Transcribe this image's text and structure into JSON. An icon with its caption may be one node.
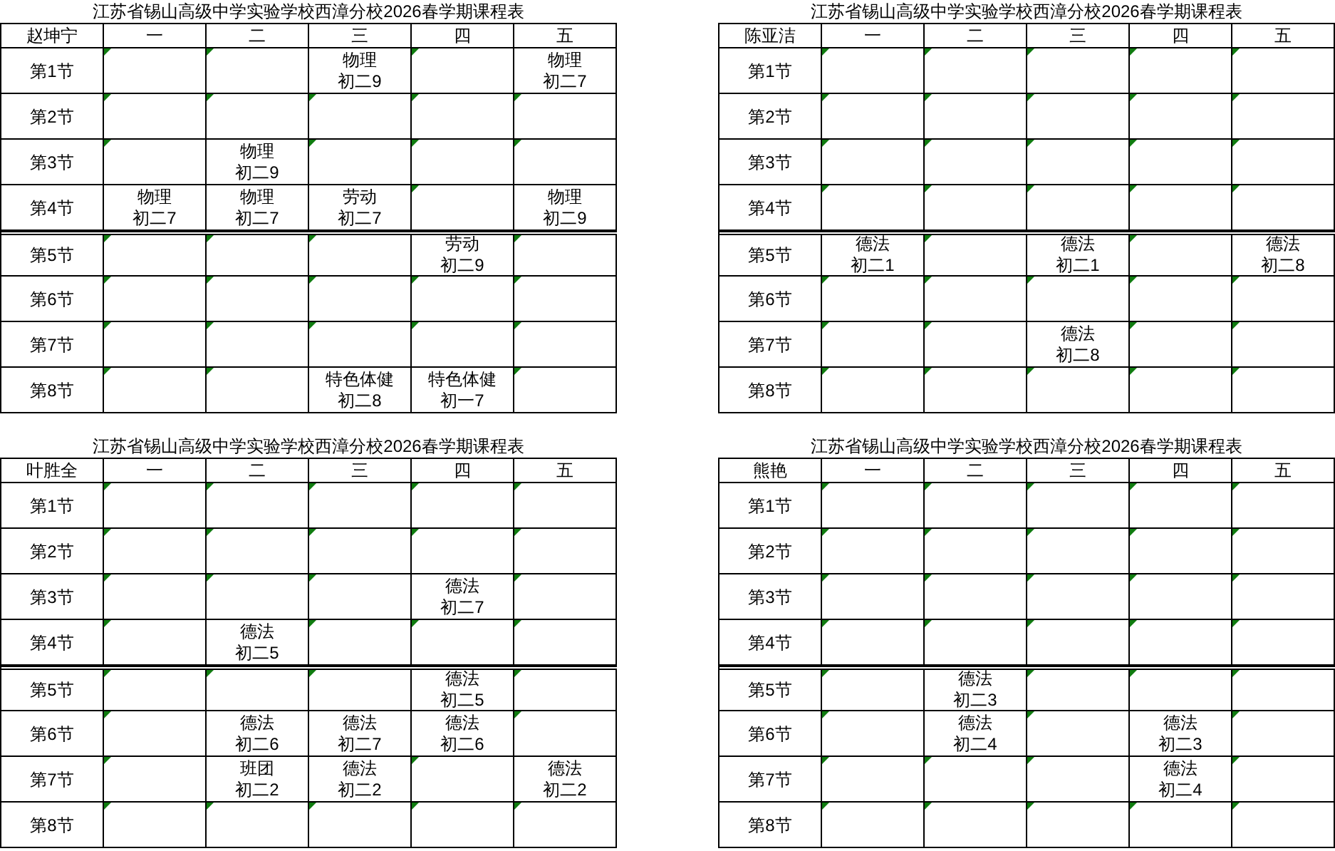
{
  "diagram": {
    "labels": [
      "江苏省锡山高级中学实验学校西漳分校2026春学期课程表",
      "赵坤宁",
      "一",
      "二",
      "三",
      "四",
      "五",
      "第1节",
      "物理",
      "初二9",
      "物理",
      "初二7",
      "第2节",
      "第3节",
      "物理",
      "初二9",
      "第4节",
      "物理",
      "初二7",
      "物理",
      "初二7",
      "劳动",
      "初二7",
      "物理",
      "初二9",
      "第5节",
      "劳动",
      "初二9",
      "第6节",
      "第7节",
      "第8节",
      "特色体健",
      "初二8",
      "特色体健",
      "初一7",
      "江苏省锡山高级中学实验学校西漳分校2026春学期课程表",
      "陈亚洁",
      "一",
      "二",
      "三",
      "四",
      "五",
      "第1节",
      "第2节",
      "第3节",
      "第4节",
      "第5节",
      "德法",
      "初二1",
      "德法",
      "初二1",
      "德法",
      "初二8",
      "第6节",
      "第7节",
      "德法",
      "初二8",
      "第8节",
      "江苏省锡山高级中学实验学校西漳分校2026春学期课程表",
      "叶胜全",
      "一",
      "二",
      "三",
      "四",
      "五",
      "第1节",
      "第2节",
      "第3节",
      "德法",
      "初二7",
      "第4节",
      "德法",
      "初二5",
      "第5节",
      "德法",
      "初二5",
      "第6节",
      "德法",
      "初二6",
      "德法",
      "初二7",
      "德法",
      "初二6",
      "第7节",
      "班团",
      "初二2",
      "德法",
      "初二2",
      "德法",
      "初二2",
      "第8节",
      "江苏省锡山高级中学实验学校西漳分校2026春学期课程表",
      "熊艳",
      "一",
      "二",
      "三",
      "四",
      "五",
      "第1节",
      "第2节",
      "第3节",
      "第4节",
      "第5节",
      "德法",
      "初二3",
      "第6节",
      "德法",
      "初二4",
      "德法",
      "初二3",
      "第7节",
      "德法",
      "初二4",
      "第8节"
    ]
  }
}
